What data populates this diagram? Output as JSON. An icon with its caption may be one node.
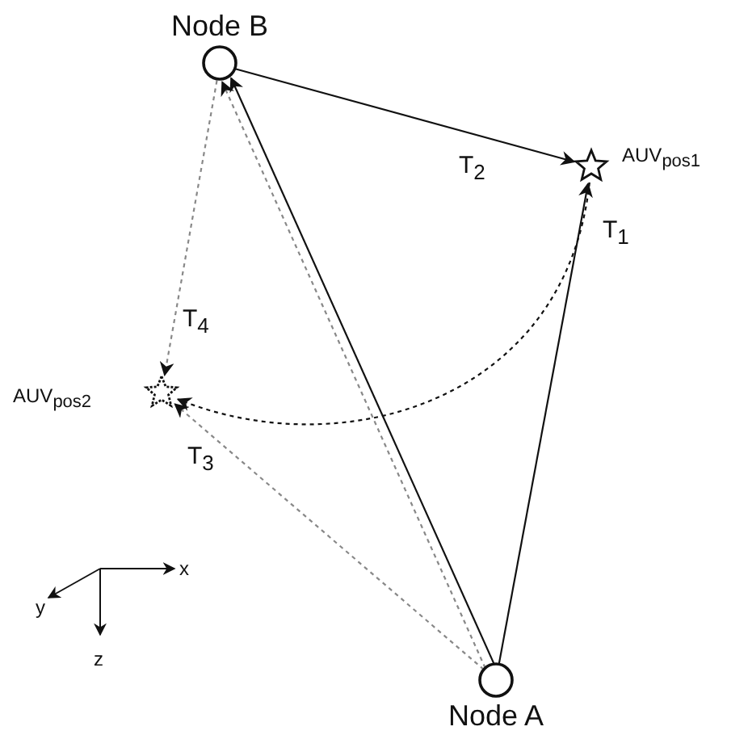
{
  "diagram": {
    "nodes": [
      {
        "text": [
          "Node B"
        ]
      },
      {
        "text": [],
        "shape": "star",
        "beside": [
          "AUV$_{pos1}$"
        ]
      },
      {
        "text": [],
        "shape": "star",
        "beside": [
          "AUV$_{pos2}$"
        ]
      },
      {
        "text": [
          "Node A"
        ]
      }
    ],
    "edges": [
      {
        "from": 3,
        "to": 0,
        "arrow": "to"
      },
      {
        "from": 3,
        "to": 0,
        "arrow": "to",
        "style": "dashed",
        "color": "#888888"
      },
      {
        "from": 0,
        "to": 1,
        "arrow": "to",
        "label": "T$_{2}$"
      },
      {
        "from": 3,
        "to": 1,
        "arrow": "to",
        "label": "T$_{1}$"
      },
      {
        "from": 3,
        "to": 2,
        "arrow": "to",
        "style": "dashed",
        "color": "#888888",
        "label": "T$_{3}$"
      },
      {
        "from": 0,
        "to": 2,
        "arrow": "to",
        "style": "dashed",
        "color": "#888888",
        "label": "T$_{4}$"
      },
      {
        "from": 1,
        "to": 2,
        "arrow": "to",
        "style": "dashed"
      }
    ],
    "labels": [
      "x",
      "y",
      "z"
    ]
  }
}
